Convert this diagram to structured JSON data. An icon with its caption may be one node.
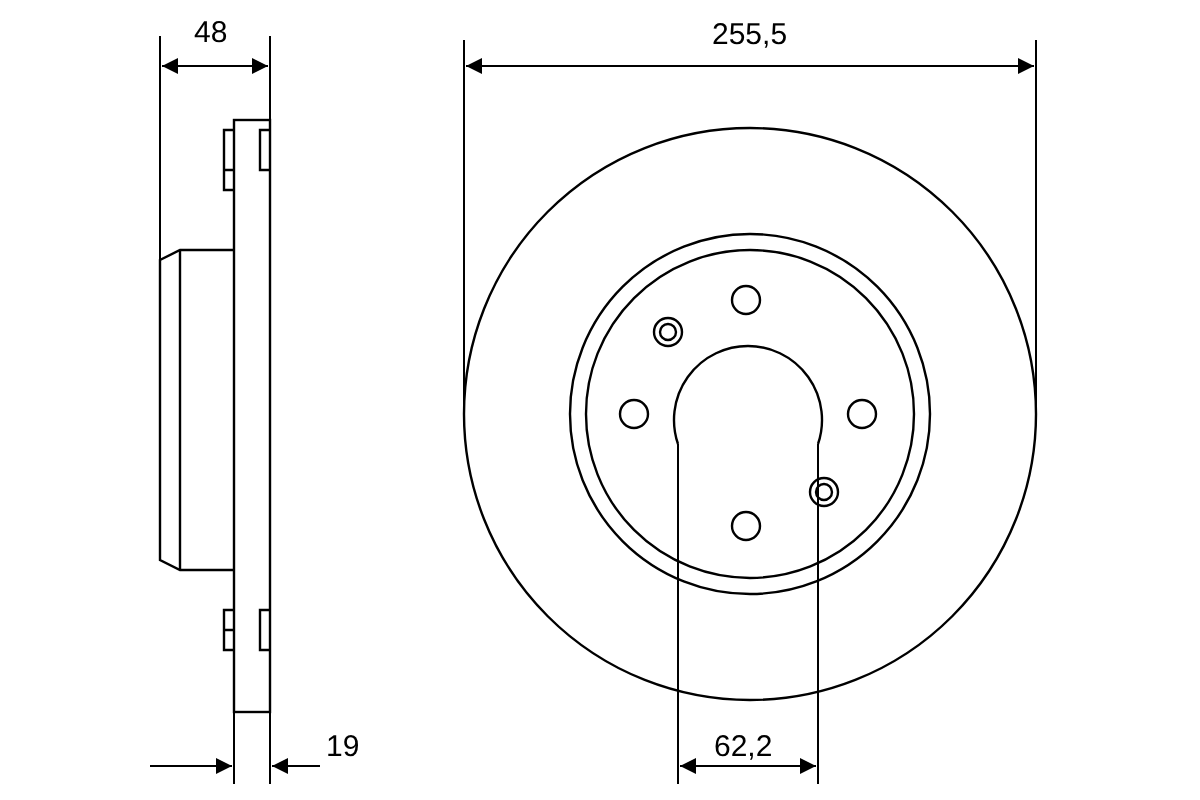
{
  "diagram": {
    "labels": [
      "48",
      "255,5",
      "19",
      "62,2"
    ]
  }
}
